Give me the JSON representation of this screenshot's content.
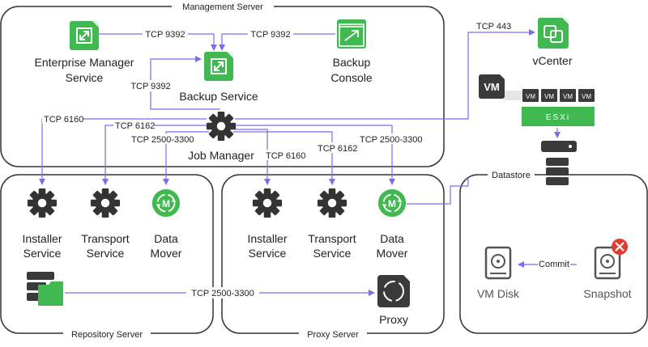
{
  "servers": {
    "management": "Management Server",
    "repository": "Repository Server",
    "proxy": "Proxy Server",
    "datastore": "Datastore"
  },
  "nodes": {
    "em_line1": "Enterprise Manager",
    "em_line2": "Service",
    "backup_service": "Backup Service",
    "console_line1": "Backup",
    "console_line2": "Console",
    "job_manager": "Job Manager",
    "vcenter": "vCenter",
    "vm_badge": "VM",
    "vm_small": "VM",
    "esxi": "ESXi",
    "installer_line1": "Installer",
    "installer_line2": "Service",
    "transport_line1": "Transport",
    "transport_line2": "Service",
    "mover_line1": "Data",
    "mover_line2": "Mover",
    "mover_glyph": "M",
    "proxy": "Proxy",
    "vm_disk": "VM Disk",
    "snapshot": "Snapshot"
  },
  "ports": {
    "em_to_bs": "TCP 9392",
    "console_to_bs": "TCP 9392",
    "bs_left": "TCP 9392",
    "vcenter": "TCP 443",
    "rep_installer": "TCP 6160",
    "rep_transport": "TCP 6162",
    "rep_mover": "TCP 2500-3300",
    "prx_installer": "TCP 6160",
    "prx_transport": "TCP 6162",
    "prx_mover": "TCP 2500-3300",
    "repo_proxy": "TCP 2500-3300",
    "commit": "Commit"
  },
  "colors": {
    "green": "#3fb950",
    "arrow": "#7b6cf0",
    "dark_icon": "#3a3a3a",
    "snapshot_x": "#e03c31"
  }
}
